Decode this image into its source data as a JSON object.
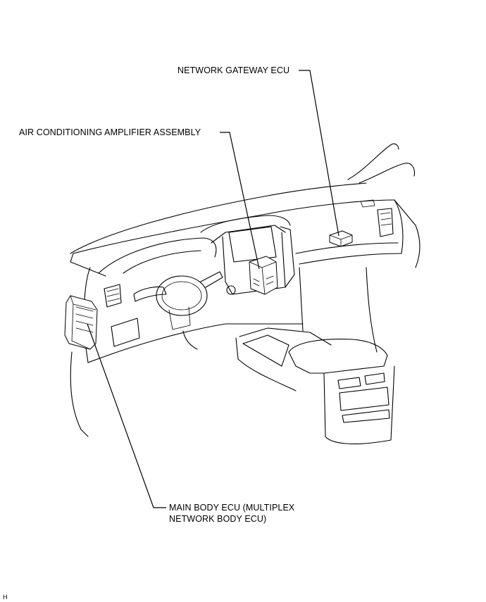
{
  "callouts": {
    "network_gateway_ecu": "NETWORK GATEWAY ECU",
    "air_conditioning_amplifier": "AIR CONDITIONING AMPLIFIER ASSEMBLY",
    "main_body_ecu_line1": "MAIN BODY ECU (MULTIPLEX",
    "main_body_ecu_line2": "NETWORK BODY ECU)"
  },
  "corner_code": "H"
}
